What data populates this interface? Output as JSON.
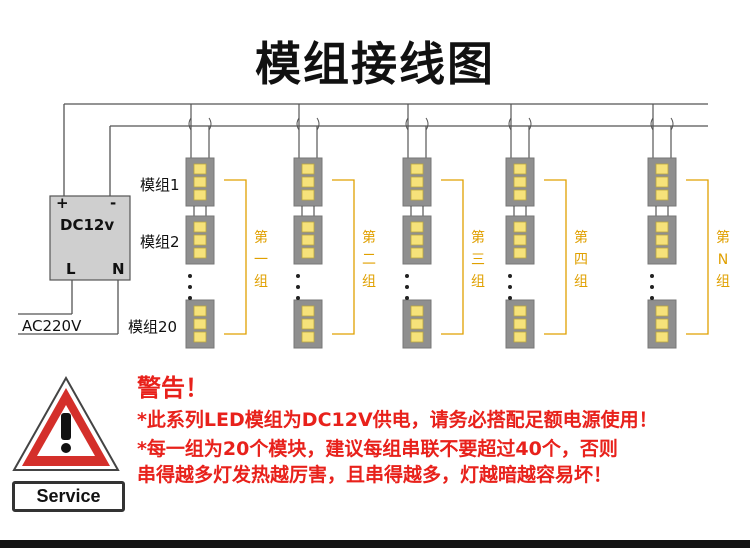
{
  "title": "模组接线图",
  "power": {
    "plus": "+",
    "minus": "-",
    "name": "DC12v",
    "l": "L",
    "n": "N",
    "ac": "AC220V"
  },
  "module_labels": [
    "模组1",
    "模组2",
    "模组20"
  ],
  "group_labels": [
    "第一组",
    "第二组",
    "第三组",
    "第四组",
    "第N组"
  ],
  "warning": {
    "title": "警告！",
    "line1": "*此系列LED模组为DC12V供电，请务必搭配足额电源使用！",
    "line2": "*每一组为20个模块，建议每组串联不要超过40个，否则",
    "line3": "串得越多灯发热越厉害，且串得越多，灯越暗越容易坏！"
  },
  "service_label": "Service",
  "colors": {
    "warning_red": "#e8211b",
    "group_bracket": "#e0a000",
    "module_gray": "#8f8f8f",
    "led_yellow": "#f6e27a"
  }
}
